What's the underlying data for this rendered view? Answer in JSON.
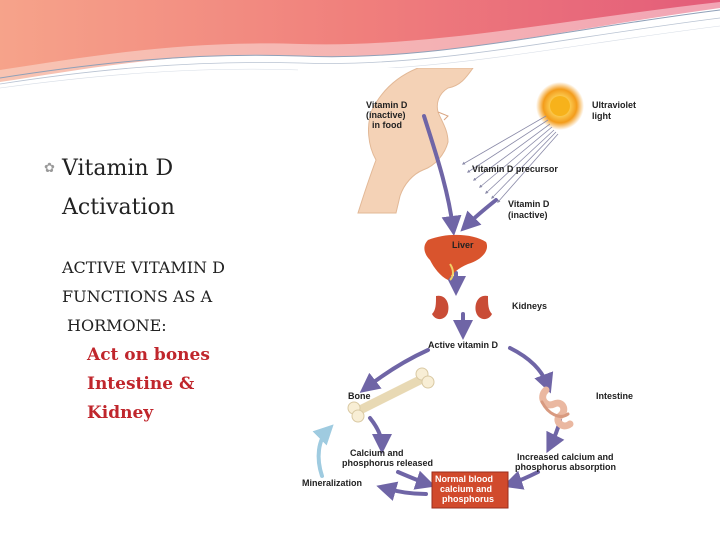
{
  "slide": {
    "title_line1": "Vitamin D",
    "title_line2": "Activation",
    "body_lines": [
      "ACTIVE VITAMIN D",
      "FUNCTIONS AS A",
      "HORMONE:"
    ],
    "highlight_lines": [
      "Act on bones",
      "Intestine &",
      "Kidney"
    ],
    "bullet_icon": "leaf-bullet-icon"
  },
  "diagram": {
    "labels": {
      "food_l1": "Vitamin D",
      "food_l2": "(inactive)",
      "food_l3": "in food",
      "uv_l1": "Ultraviolet",
      "uv_l2": "light",
      "precursor": "Vitamin D precursor",
      "vitd_l1": "Vitamin D",
      "vitd_l2": "(inactive)",
      "liver": "Liver",
      "kidneys": "Kidneys",
      "active": "Active vitamin D",
      "bone": "Bone",
      "intestine": "Intestine",
      "calcium_l1": "Calcium and",
      "calcium_l2": "phosphorus released",
      "increased_l1": "Increased calcium and",
      "increased_l2": "phosphorus absorption",
      "normal_l1": "Normal blood",
      "normal_l2": "calcium and",
      "normal_l3": "phosphorus",
      "mineralization": "Mineralization"
    },
    "colors": {
      "arrow": "#6f65a6",
      "skin": "#f4d2b6",
      "liver": "#d9542d",
      "kidney": "#c94c36",
      "sun": "#f7b21b",
      "normal_box": "#d14a2c"
    }
  }
}
